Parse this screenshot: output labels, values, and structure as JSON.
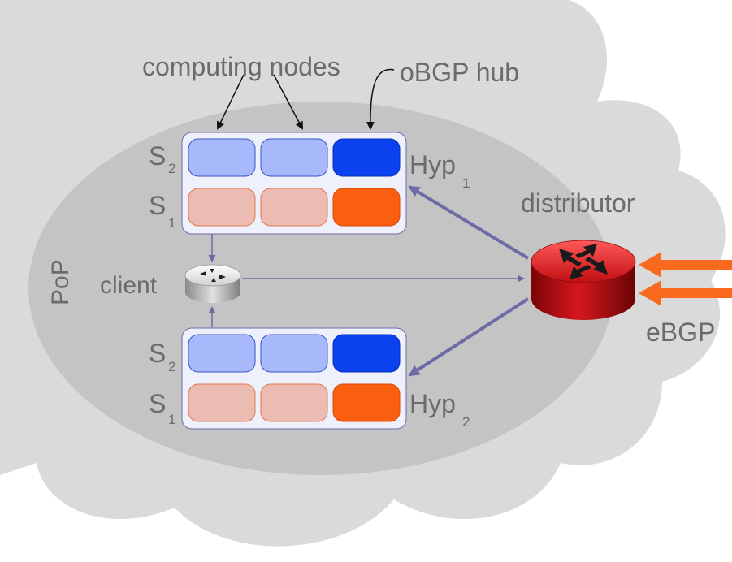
{
  "labels": {
    "computing_nodes": "computing nodes",
    "obgp_hub": "oBGP hub",
    "distributor": "distributor",
    "client": "client",
    "pop": "PoP",
    "ebgp": "eBGP"
  },
  "hypervisors": [
    {
      "name": "Hyp",
      "sub": "1",
      "rows": [
        {
          "name": "S",
          "sub": "2"
        },
        {
          "name": "S",
          "sub": "1"
        }
      ]
    },
    {
      "name": "Hyp",
      "sub": "2",
      "rows": [
        {
          "name": "S",
          "sub": "2"
        },
        {
          "name": "S",
          "sub": "1"
        }
      ]
    }
  ],
  "colors": {
    "cloud": "#dadada",
    "pop_ellipse": "#c4c4c4",
    "node_blue_light": "#a7b9fb",
    "node_blue_dark": "#0b42f0",
    "node_orange_light": "#ecbcb2",
    "node_orange_dark": "#fa5e10",
    "hyp_box": "#eef0fb",
    "link": "#6c6ba6",
    "ebgp_arrow": "#fa6a1e",
    "router_red": "#d4141a"
  }
}
